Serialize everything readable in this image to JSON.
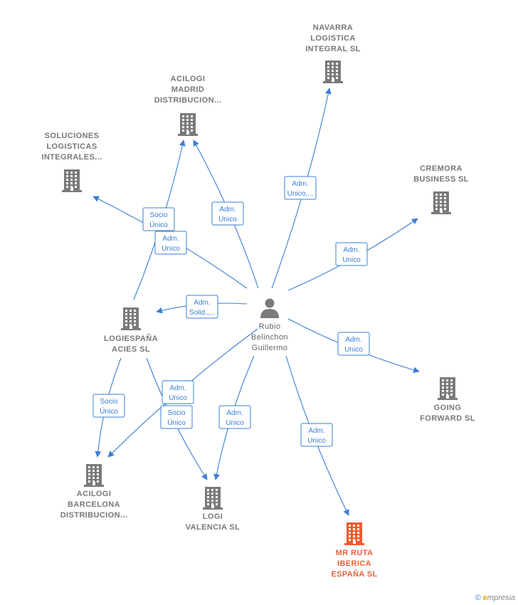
{
  "center": {
    "id": "center",
    "lines": [
      "Rubio",
      "Belinchon",
      "Guillermo"
    ]
  },
  "nodes": [
    {
      "id": "navarra",
      "lines": [
        "NAVARRA",
        "LOGISTICA",
        "INTEGRAL  SL"
      ]
    },
    {
      "id": "acilogi_madrid",
      "lines": [
        "ACILOGI",
        "MADRID",
        "DISTRIBUCION..."
      ]
    },
    {
      "id": "soluciones",
      "lines": [
        "SOLUCIONES",
        "LOGISTICAS",
        "INTEGRALES..."
      ]
    },
    {
      "id": "cremora",
      "lines": [
        "CREMORA",
        "BUSINESS  SL"
      ]
    },
    {
      "id": "logiespana",
      "lines": [
        "LOGIESPAÑA",
        "ACIES SL"
      ]
    },
    {
      "id": "going",
      "lines": [
        "GOING",
        "FORWARD  SL"
      ]
    },
    {
      "id": "acilogi_bcn",
      "lines": [
        "ACILOGI",
        "BARCELONA",
        "DISTRIBUCION..."
      ]
    },
    {
      "id": "logi_valencia",
      "lines": [
        "LOGI",
        "VALENCIA  SL"
      ]
    },
    {
      "id": "mr_ruta",
      "lines": [
        "MR RUTA",
        "IBERICA",
        "ESPAÑA  SL"
      ],
      "highlight": true
    }
  ],
  "edges": [
    {
      "from": "center",
      "to": "navarra",
      "label": [
        "Adm.",
        "Unico,..."
      ]
    },
    {
      "from": "center",
      "to": "acilogi_madrid",
      "label": [
        "Adm.",
        "Unico"
      ]
    },
    {
      "from": "center",
      "to": "soluciones",
      "label": [
        "Adm.",
        "Unico"
      ]
    },
    {
      "from": "center",
      "to": "cremora",
      "label": [
        "Adm.",
        "Unico"
      ]
    },
    {
      "from": "center",
      "to": "logiespana",
      "label": [
        "Adm.",
        "Solid.,..."
      ]
    },
    {
      "from": "center",
      "to": "going",
      "label": [
        "Adm.",
        "Unico"
      ]
    },
    {
      "from": "center",
      "to": "acilogi_bcn",
      "label": [
        "Adm.",
        "Unico"
      ]
    },
    {
      "from": "center",
      "to": "logi_valencia",
      "label": [
        "Adm.",
        "Unico"
      ]
    },
    {
      "from": "center",
      "to": "mr_ruta",
      "label": [
        "Adm.",
        "Unico"
      ]
    },
    {
      "from": "logiespana",
      "to": "acilogi_madrid",
      "label": [
        "Socio",
        "Único"
      ]
    },
    {
      "from": "logiespana",
      "to": "acilogi_bcn",
      "label": [
        "Socio",
        "Único"
      ]
    },
    {
      "from": "logiespana",
      "to": "logi_valencia",
      "label": [
        "Socio",
        "Único"
      ]
    }
  ],
  "colors": {
    "edge": "#3a7fd5",
    "node_icon": "#7a7a7a",
    "highlight": "#ef5b2b",
    "label": "#777777"
  },
  "footer": {
    "copyright": "©",
    "brand_initial": "e",
    "brand_rest": "mpresia"
  }
}
